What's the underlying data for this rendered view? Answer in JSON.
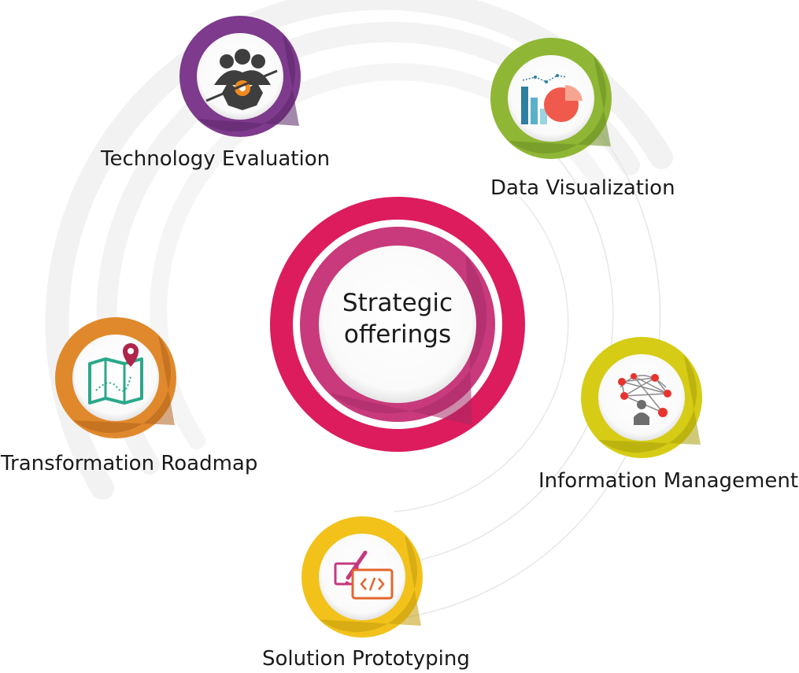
{
  "center": {
    "line1": "Strategic",
    "line2": "offerings",
    "ring_color": "#dc1c5c",
    "inner_color": "#c83a7c"
  },
  "nodes": [
    {
      "label": "Technology Evaluation",
      "icon": "people-gear-icon",
      "ring_color": "#7e3a8c"
    },
    {
      "label": "Data Visualization",
      "icon": "bar-pie-chart-icon",
      "ring_color": "#8fb735"
    },
    {
      "label": "Transformation Roadmap",
      "icon": "map-pin-icon",
      "ring_color": "#e0892c"
    },
    {
      "label": "Information Management",
      "icon": "network-user-icon",
      "ring_color": "#d6cc16"
    },
    {
      "label": "Solution Prototyping",
      "icon": "code-pencil-icon",
      "ring_color": "#f2c21b"
    }
  ]
}
